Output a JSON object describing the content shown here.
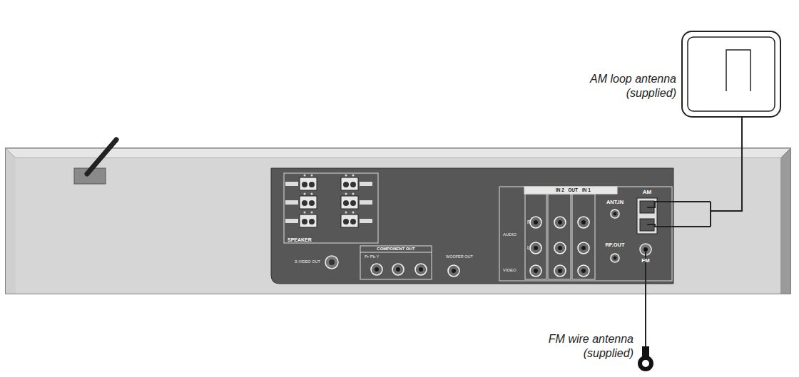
{
  "diagram": {
    "labels": [
      "AM loop antenna (supplied)",
      "FM wire antenna (supplied)",
      "SPEAKER",
      "S-VIDEO OUT",
      "COMPONENT OUT",
      "Pr Pb Y",
      "WOOFER OUT",
      "IN 2",
      "OUT",
      "IN 1",
      "AUDIO",
      "R",
      "L",
      "VIDEO",
      "ANT.IN",
      "RF.OUT",
      "AM",
      "FM"
    ]
  }
}
